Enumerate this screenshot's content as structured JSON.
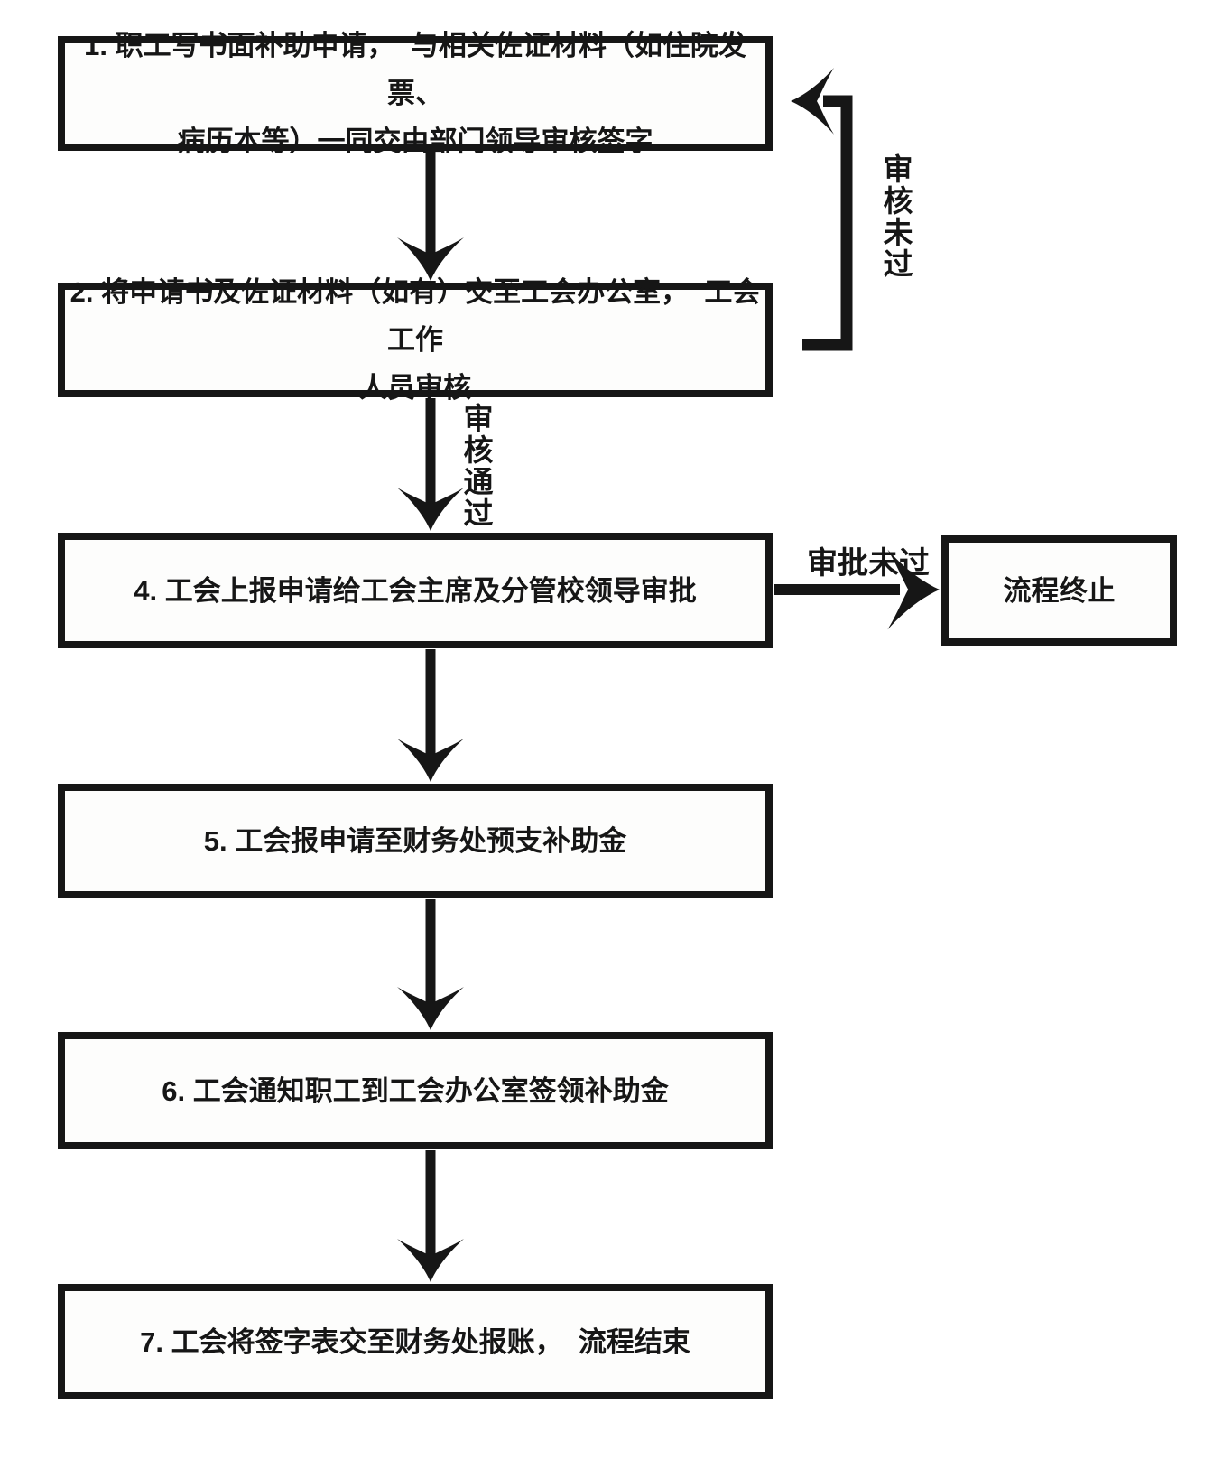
{
  "flowchart": {
    "background_color": "#ffffff",
    "line_color": "#161616",
    "nodes": {
      "step1": {
        "lines": [
          "1. 职工写书面补助申请，  与相关佐证材料（如住院发票、",
          "病历本等）一同交由部门领导审核签字"
        ]
      },
      "step2": {
        "lines": [
          "2. 将申请书及佐证材料（如有）交至工会办公室，  工会工作",
          "人员审核"
        ]
      },
      "step4": {
        "label": "4. 工会上报申请给工会主席及分管校领导审批"
      },
      "step5": {
        "label": "5. 工会报申请至财务处预支补助金"
      },
      "step6": {
        "label": "6. 工会通知职工到工会办公室签领补助金"
      },
      "step7": {
        "label": "7. 工会将签字表交至财务处报账，  流程结束"
      },
      "terminate": {
        "label": "流程终止"
      }
    },
    "edge_labels": {
      "review_fail": "审核未过",
      "review_pass": "审核通过",
      "approval_fail": "审批未过"
    }
  }
}
